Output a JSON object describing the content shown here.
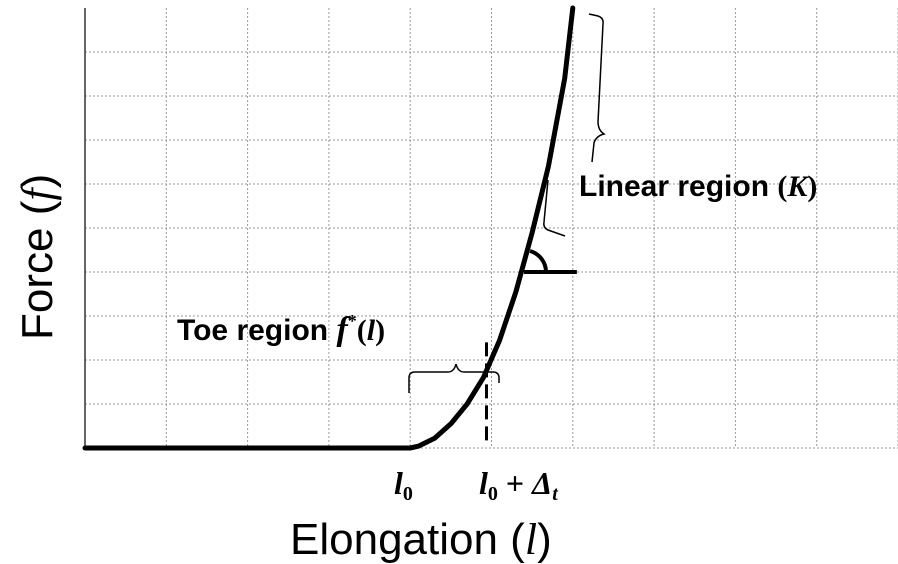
{
  "chart_data": {
    "type": "line",
    "title": "",
    "xlabel": "Elongation (l)",
    "ylabel": "Force (f)",
    "xlim": [
      0,
      10
    ],
    "ylim": [
      0,
      10
    ],
    "grid": true,
    "series": [
      {
        "x": [
          0,
          1,
          2,
          3,
          4,
          4.1,
          4.3,
          4.5,
          4.7,
          4.9,
          5.1,
          5.3,
          5.5,
          5.7,
          5.9,
          6.0
        ],
        "y": [
          0,
          0,
          0,
          0,
          0,
          0.04,
          0.22,
          0.55,
          1.0,
          1.6,
          2.45,
          3.55,
          4.9,
          6.4,
          8.4,
          10.0
        ]
      }
    ],
    "x_ticks": [
      {
        "x": 4.0,
        "label": "l",
        "sub": "0"
      },
      {
        "x": 5.0,
        "label": "l",
        "sub": "0",
        "suffix": " + Δ",
        "sub2": "t"
      }
    ],
    "annotations": {
      "toe_region": "Toe region f*(l)",
      "linear_region": "Linear region (K)"
    }
  },
  "labels": {
    "x_axis": "Elongation (",
    "x_axis_var": "l",
    "x_axis_close": ")",
    "y_axis": "Force (",
    "y_axis_var": "f",
    "y_axis_close": ")",
    "toe_text": "Toe region ",
    "toe_f": "f",
    "toe_star": "*",
    "toe_paren_open": "(",
    "toe_l": "l",
    "toe_paren_close": ")",
    "linear_text": "Linear region ",
    "linear_paren_open": "(",
    "linear_k": "K",
    "linear_paren_close": ")",
    "tick_l": "l",
    "tick_sub0": "0",
    "tick_plus": " + ",
    "tick_delta": "Δ",
    "tick_sub_t": "t"
  }
}
